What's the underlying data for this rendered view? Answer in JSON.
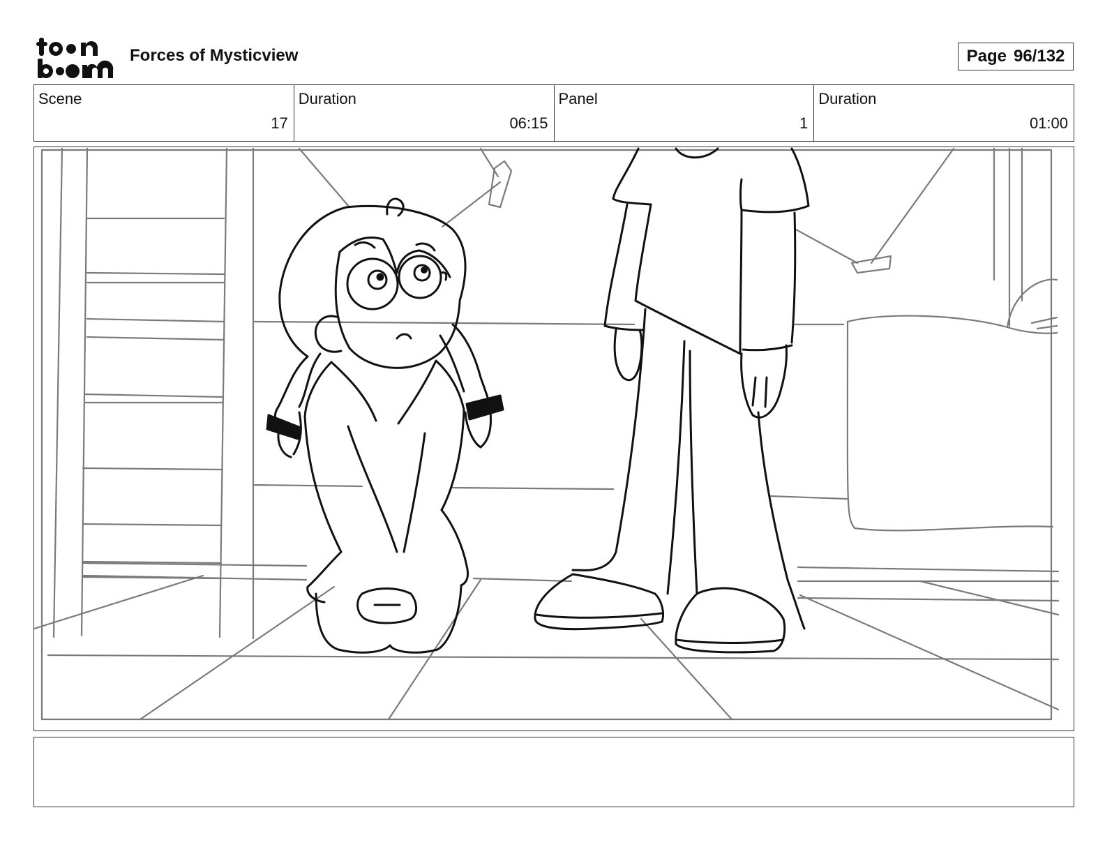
{
  "header": {
    "logo_top": "toon",
    "logo_bottom": "boom",
    "project_title": "Forces of Mysticview",
    "page_label": "Page",
    "page_number": "96/132"
  },
  "info": [
    {
      "label": "Scene",
      "value": "17"
    },
    {
      "label": "Duration",
      "value": "06:15"
    },
    {
      "label": "Panel",
      "value": "1"
    },
    {
      "label": "Duration",
      "value": "01:00"
    }
  ],
  "notes": {
    "text": ""
  },
  "colors": {
    "line_dark": "#111111",
    "line_light": "#7a7a7a",
    "border": "#333333"
  }
}
